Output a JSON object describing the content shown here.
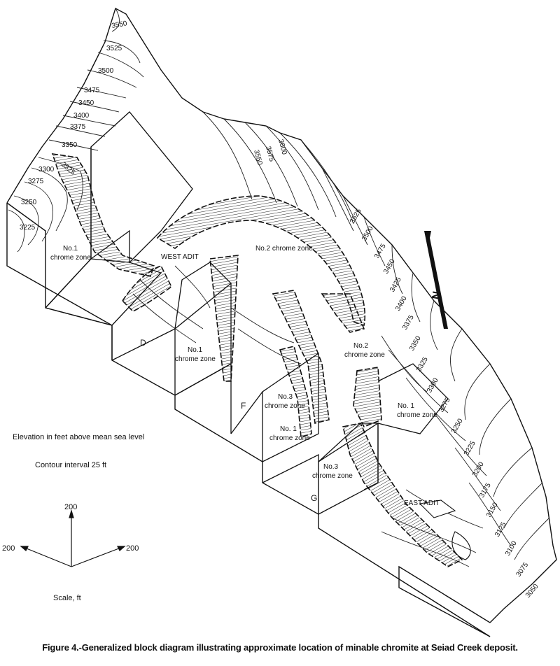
{
  "contours": {
    "upper_ridge": [
      "3550",
      "3525",
      "3500",
      "3475",
      "3450",
      "3400",
      "3375",
      "3350",
      "3325",
      "3300",
      "3275",
      "3250",
      "3225"
    ],
    "middle_ridge": [
      "3600",
      "3575",
      "3550"
    ],
    "right_slope": [
      "3525",
      "3500",
      "3475",
      "3450",
      "3425",
      "3400",
      "3375",
      "3350",
      "3325",
      "3300",
      "3275",
      "3250",
      "3225",
      "3200",
      "3175",
      "3150",
      "3125",
      "3100",
      "3075",
      "3050"
    ]
  },
  "labels": {
    "west_adit": "WEST ADIT",
    "east_adit": "EAST ADIT",
    "zone_no1": "No.1",
    "zone_no1_spaced": "No. 1",
    "zone_no2": "No.2",
    "zone_no3": "No.3",
    "chrome_zone": "chrome zone",
    "no2_chrome_zone": "No.2 chrome zone",
    "section_d": "D",
    "section_f": "F",
    "section_g": "G"
  },
  "legend": {
    "elevation": "Elevation in feet above mean sea level",
    "contour_interval": "Contour interval 25 ft"
  },
  "scale": {
    "up": "200",
    "left": "200",
    "right": "200",
    "caption": "Scale, ft"
  },
  "north_arrow": {
    "letter": "N"
  },
  "caption": "Figure 4.-Generalized block diagram illustrating approximate location of minable chromite at Seiad Creek deposit."
}
